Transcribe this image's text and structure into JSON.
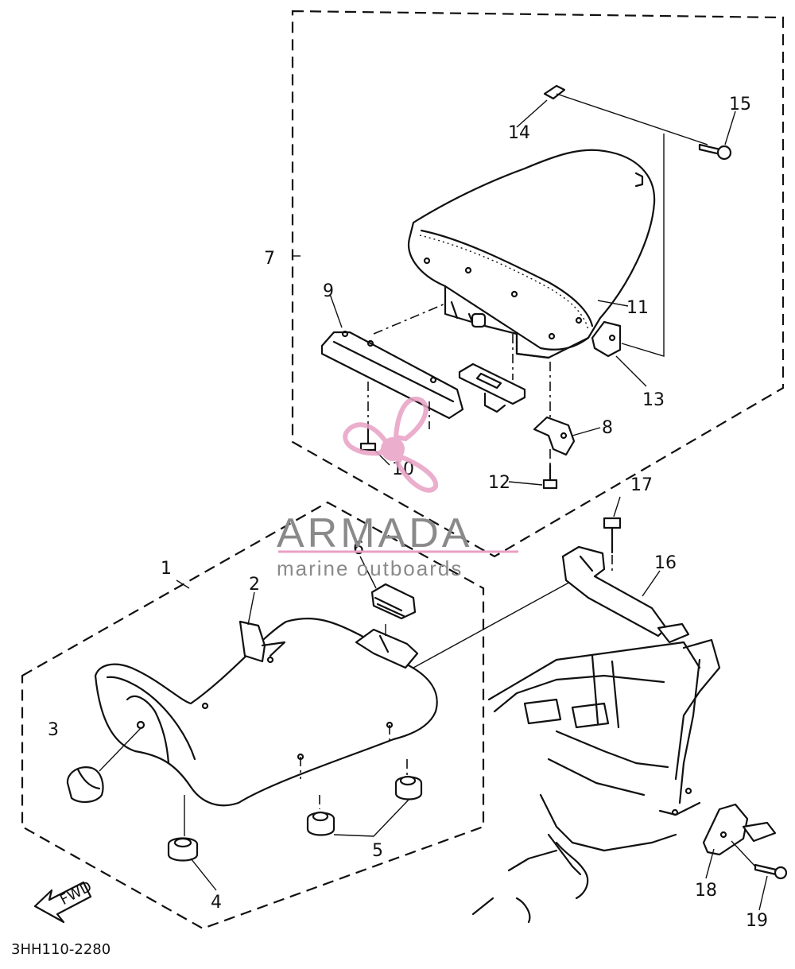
{
  "diagram": {
    "callouts": [
      {
        "id": "1",
        "text": "1"
      },
      {
        "id": "2",
        "text": "2"
      },
      {
        "id": "3",
        "text": "3"
      },
      {
        "id": "4",
        "text": "4"
      },
      {
        "id": "5",
        "text": "5"
      },
      {
        "id": "6",
        "text": "6"
      },
      {
        "id": "7",
        "text": "7"
      },
      {
        "id": "8",
        "text": "8"
      },
      {
        "id": "9",
        "text": "9"
      },
      {
        "id": "10",
        "text": "10"
      },
      {
        "id": "11",
        "text": "11"
      },
      {
        "id": "12",
        "text": "12"
      },
      {
        "id": "13",
        "text": "13"
      },
      {
        "id": "14",
        "text": "14"
      },
      {
        "id": "15",
        "text": "15"
      },
      {
        "id": "16",
        "text": "16"
      },
      {
        "id": "17",
        "text": "17"
      },
      {
        "id": "18",
        "text": "18"
      },
      {
        "id": "19",
        "text": "19"
      }
    ],
    "fwd_label": "FWD",
    "diagram_code": "3HH110-2280"
  },
  "watermark": {
    "brand": "ARMADA",
    "tagline": "marine outboards",
    "color": "#e8a0c4",
    "text_color": "#8a8a8a"
  }
}
